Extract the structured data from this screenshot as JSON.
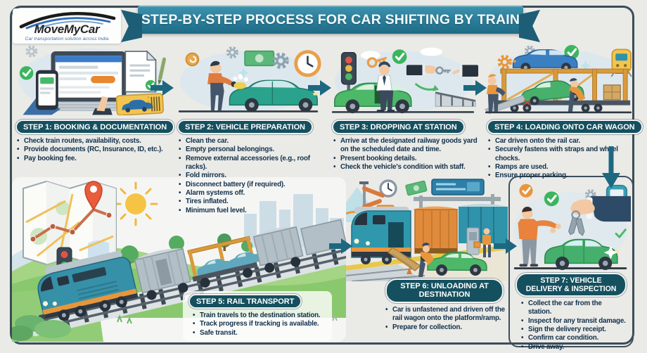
{
  "colors": {
    "page_bg": "#eaeae7",
    "frame_border": "#3b4c58",
    "banner_teal": "#2b7e99",
    "banner_dark_teal": "#1d5d75",
    "step_pill_bg": "#15505f",
    "step_pill_text": "#ffffff",
    "body_text": "#12304a",
    "arrow_teal": "#1d6880",
    "check_green": "#3cb55e",
    "accent_orange": "#e8963c",
    "car_green": "#45b06d",
    "car_blue": "#3a7fc1",
    "train_teal": "#2f93ab"
  },
  "logo": {
    "name": "MoveMyCar",
    "tagline": "Car transportation solution across India"
  },
  "banner": {
    "title": "STEP-BY-STEP PROCESS FOR CAR SHIFTING BY TRAIN"
  },
  "steps": [
    {
      "title": "STEP 1: BOOKING & DOCUMENTATION",
      "bullets": [
        "Check train routes, availability, costs.",
        "Provide documents (RC, Insurance, ID, etc.).",
        "Pay booking fee."
      ]
    },
    {
      "title": "STEP 2: VEHICLE PREPARATION",
      "bullets": [
        "Clean the car.",
        "Empty personal belongings.",
        "Remove external accessories (e.g., roof racks).",
        "Fold mirrors.",
        "Disconnect battery (if required).",
        "Alarm systems off.",
        "Tires inflated.",
        "Minimum fuel level."
      ]
    },
    {
      "title": "STEP 3: DROPPING AT STATION",
      "bullets": [
        "Arrive at the designated railway goods yard on the scheduled date and time.",
        "Present booking details.",
        "Check the vehicle's condition with staff."
      ]
    },
    {
      "title": "STEP 4: LOADING ONTO CAR WAGON",
      "bullets": [
        "Car driven onto the rail car.",
        "Securely fastens with straps and wheel chocks.",
        "Ramps are used.",
        "Ensure proper parking."
      ]
    },
    {
      "title": "STEP 5: RAIL TRANSPORT",
      "bullets": [
        "Train travels to the destination station.",
        "Track progress if tracking is available.",
        "Safe transit."
      ]
    },
    {
      "title": "STEP 6: UNLOADING AT DESTINATION",
      "bullets": [
        "Car is unfastened and driven off the rail wagon onto the platform/ramp.",
        "Prepare for collection."
      ]
    },
    {
      "title": "STEP 7: VEHICLE DELIVERY & INSPECTION",
      "bullets": [
        "Collect the car from the station.",
        "Inspect for any transit damage.",
        "Sign the delivery receipt.",
        "Confirm car condition.",
        "Drive away."
      ]
    }
  ],
  "illustrations": {
    "step1_icons": [
      "laptop-icon",
      "smartphone-icon",
      "pointing-hand-icon",
      "document-icon",
      "pen-icon",
      "car-ticket-icon",
      "check-icon",
      "gear-icon"
    ],
    "step2_icons": [
      "car-washer-figure",
      "green-car-icon",
      "clock-icon",
      "gear-icon",
      "money-icon",
      "coin-icon",
      "sparkle-icon"
    ],
    "step3_icons": [
      "traffic-light-icon",
      "driver-figure",
      "green-car-icon",
      "key-icon",
      "key-handover-icon",
      "check-icon",
      "ramp-railing-icon"
    ],
    "step4_icons": [
      "double-deck-car-wagon-icon",
      "blue-car-icon",
      "green-car-icon",
      "worker-figure",
      "ramp-icon",
      "crate-icon",
      "train-front-icon",
      "check-icon",
      "gear-icon"
    ],
    "step5_icons": [
      "route-map-icon",
      "location-pin-icon",
      "sun-icon",
      "trees-icon",
      "traffic-light-icon",
      "freight-train-icon",
      "car-carrier-wagon-icon",
      "city-skyline-icon"
    ],
    "step6_icons": [
      "station-gantry-icon",
      "station-sign-icon",
      "train-engine-icon",
      "boxcar-icon",
      "unloading-ramp-icon",
      "worker-figure",
      "green-car-icon",
      "clock-icon",
      "money-icon",
      "semaphore-signal-icon"
    ],
    "step7_icons": [
      "hand-with-keys-icon",
      "owner-figure",
      "green-car-icon",
      "check-icon",
      "gear-icon",
      "train-front-icon",
      "sparkle-icon"
    ]
  }
}
